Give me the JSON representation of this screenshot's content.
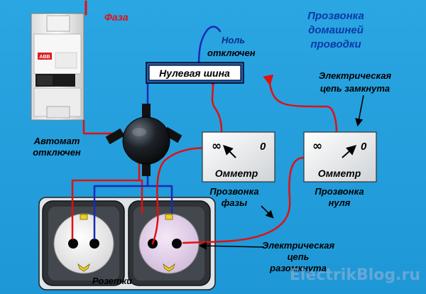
{
  "title": [
    "Прозвонка",
    "домашней",
    "проводки"
  ],
  "breaker": {
    "label": [
      "Автомат",
      "отключен"
    ],
    "brand": "ABB"
  },
  "phase_label": "Фаза",
  "neutral_label": [
    "Ноль",
    "отключен"
  ],
  "neutral_bus_label": "Нулевая шина",
  "closed_circuit_label": [
    "Электрическая",
    "цепь замкнута"
  ],
  "open_circuit_label": [
    "Электрическая",
    "цепь",
    "разомкнута"
  ],
  "ohmmeters": [
    {
      "label": "Омметр",
      "inf": "∞",
      "zero": "0",
      "caption": [
        "Прозвонка",
        "фазы"
      ]
    },
    {
      "label": "Омметр",
      "inf": "∞",
      "zero": "0",
      "caption": [
        "Прозвонка",
        "нуля"
      ]
    }
  ],
  "sockets_label": "Розетки",
  "watermark": "ElectrikBlog.ru",
  "colors": {
    "background": "#1a9bdb",
    "title": "#0b3aa8",
    "wire_red": "#e21010",
    "wire_blue": "#1a2ab8"
  }
}
